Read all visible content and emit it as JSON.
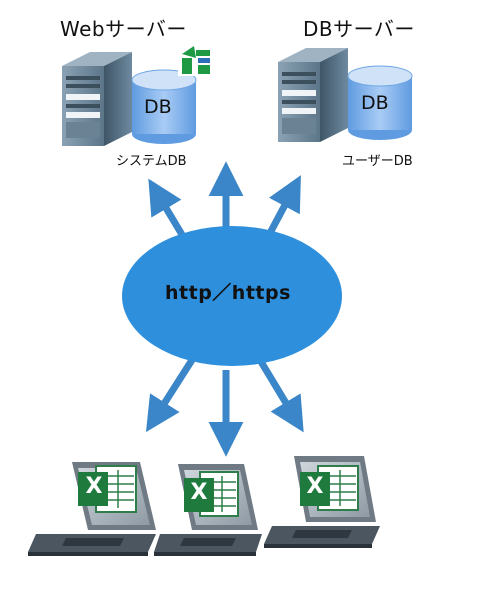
{
  "web_server": {
    "title": "Webサーバー",
    "db_label": "DB",
    "caption": "システムDB"
  },
  "db_server": {
    "title": "DBサーバー",
    "db_label": "DB",
    "caption": "ユーザーDB"
  },
  "network": {
    "label": "http／https"
  },
  "clients": [
    {
      "app_letter": "X"
    },
    {
      "app_letter": "X"
    },
    {
      "app_letter": "X"
    }
  ],
  "colors": {
    "cloud": "#2e8fdc",
    "arrow": "#3b86c8",
    "db_cylinder": "#7fb2ec",
    "excel_green": "#1f7a3e",
    "server_body": "#5f7a8f"
  },
  "icons": {
    "logo": "green-leaf-logo-icon",
    "server": "server-tower-icon",
    "database": "database-cylinder-icon",
    "laptop": "laptop-icon",
    "spreadsheet": "excel-icon"
  }
}
